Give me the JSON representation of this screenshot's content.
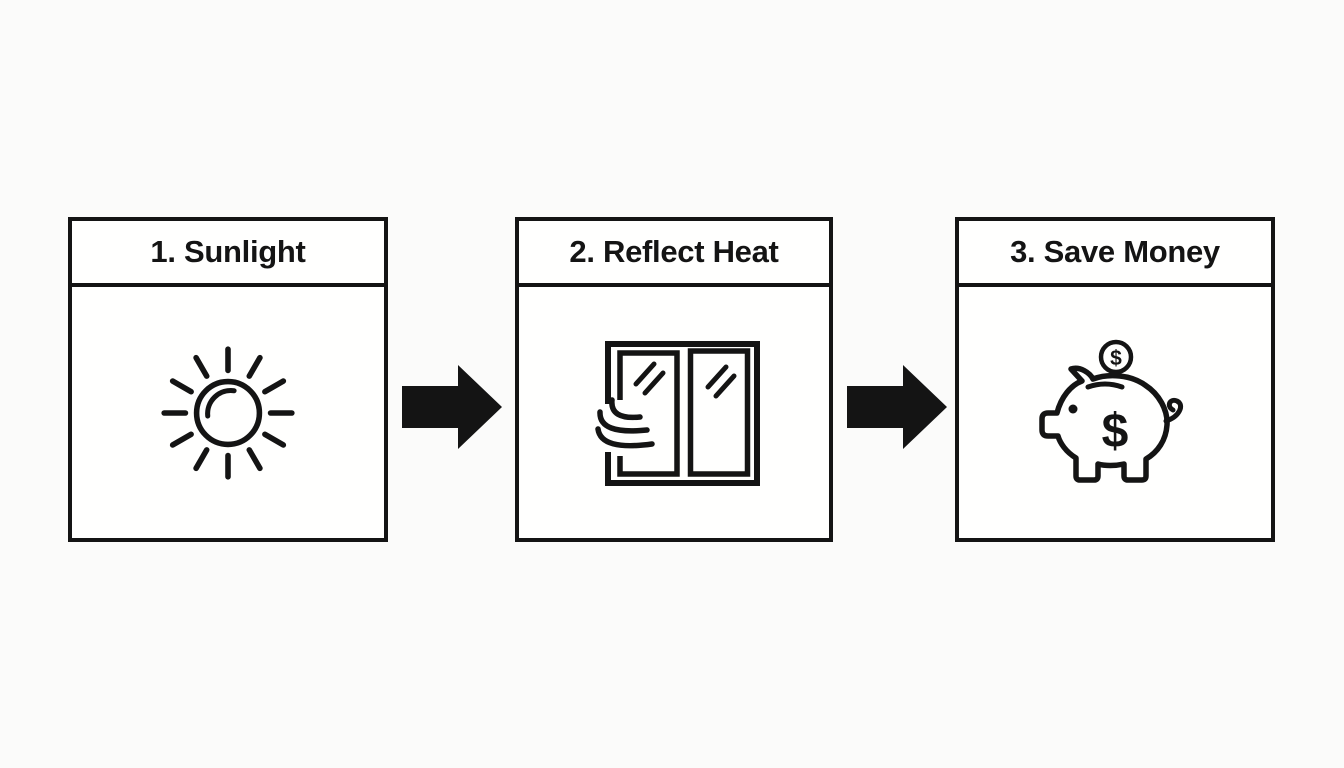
{
  "page": {
    "background": "#fbfbfa"
  },
  "flow": {
    "ink_color": "#141414",
    "box_fill": "#fffffe",
    "steps": [
      {
        "label": "1. Sunlight",
        "icon": "sun-icon"
      },
      {
        "label": "2. Reflect Heat",
        "icon": "window-heat-reflect-icon"
      },
      {
        "label": "3. Save Money",
        "icon": "piggy-bank-icon"
      }
    ],
    "connectors": [
      {
        "icon": "right-arrow-icon"
      },
      {
        "icon": "right-arrow-icon"
      }
    ],
    "currency": {
      "coin_symbol": "$",
      "piggy_symbol": "$"
    }
  }
}
